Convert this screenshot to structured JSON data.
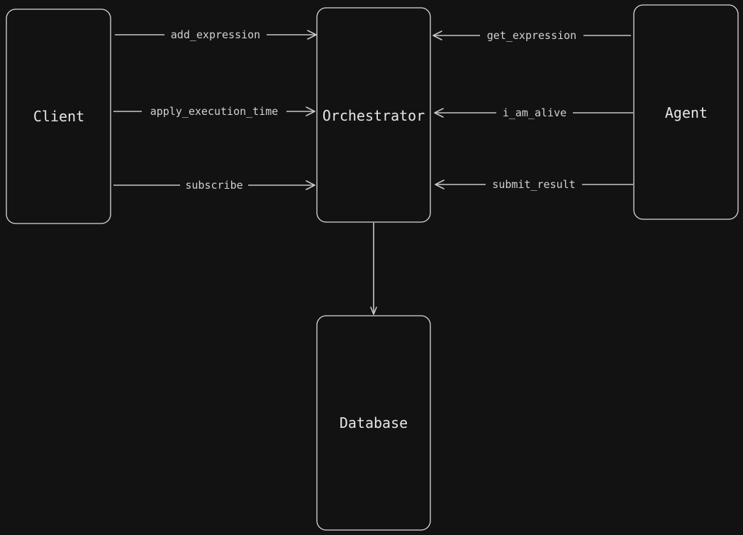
{
  "nodes": {
    "client": {
      "label": "Client"
    },
    "orchestrator": {
      "label": "Orchestrator"
    },
    "agent": {
      "label": "Agent"
    },
    "database": {
      "label": "Database"
    }
  },
  "edges": {
    "add_expression": {
      "label": "add_expression",
      "from": "client",
      "to": "orchestrator"
    },
    "apply_execution_time": {
      "label": "apply_execution_time",
      "from": "client",
      "to": "orchestrator"
    },
    "subscribe": {
      "label": "subscribe",
      "from": "client",
      "to": "orchestrator"
    },
    "get_expression": {
      "label": "get_expression",
      "from": "agent",
      "to": "orchestrator"
    },
    "i_am_alive": {
      "label": "i_am_alive",
      "from": "agent",
      "to": "orchestrator"
    },
    "submit_result": {
      "label": "submit_result",
      "from": "agent",
      "to": "orchestrator"
    },
    "persist": {
      "label": "",
      "from": "orchestrator",
      "to": "database"
    }
  }
}
